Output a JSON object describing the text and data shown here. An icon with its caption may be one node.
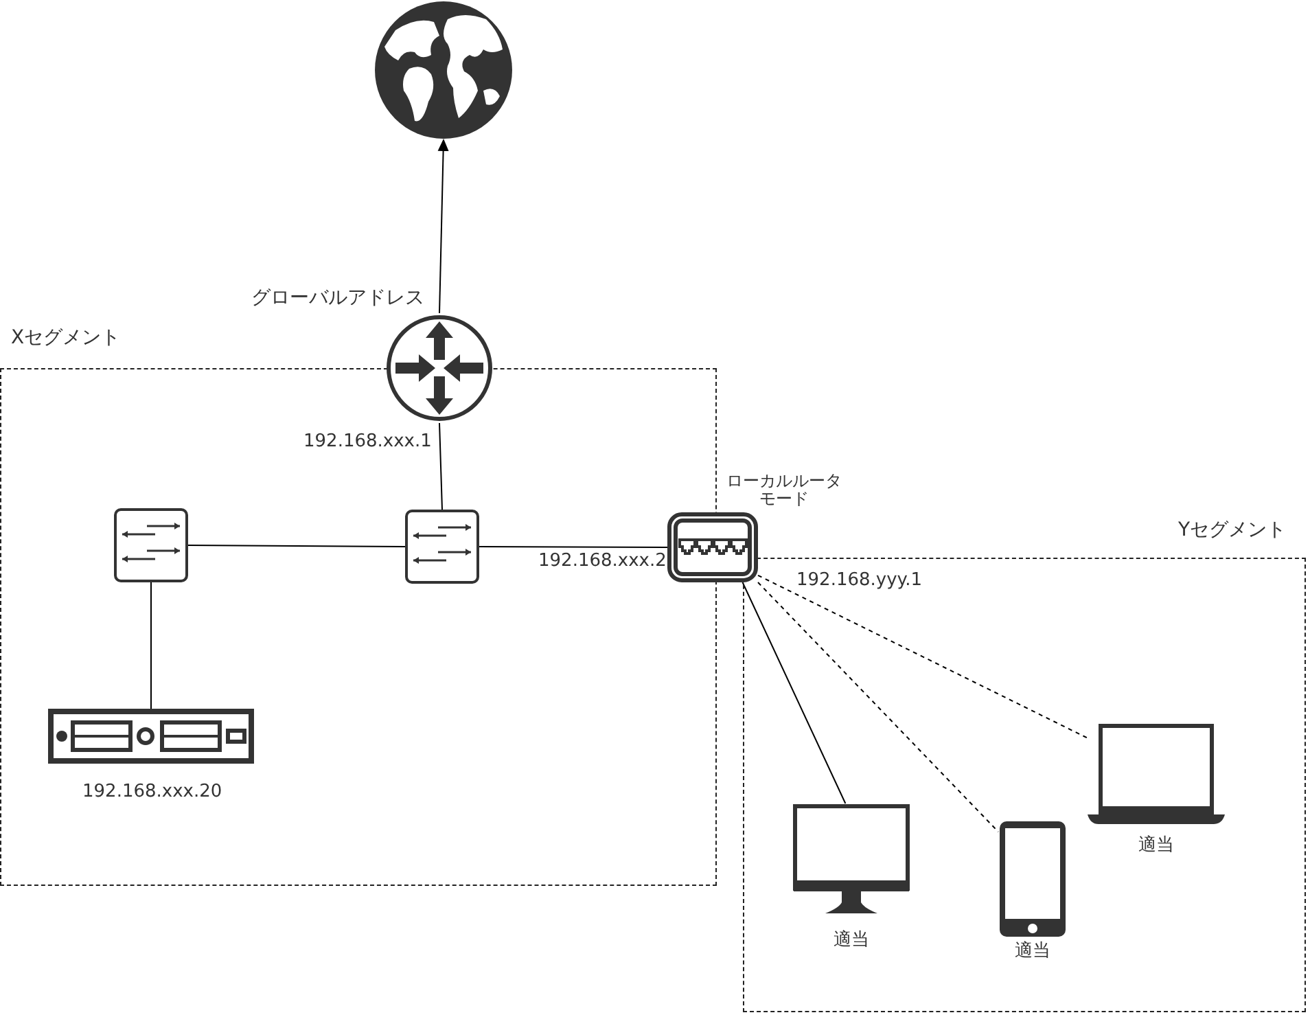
{
  "diagram": {
    "nodes": [
      {
        "text": [
          "Xセグメント"
        ]
      },
      {
        "text": [
          "Yセグメント"
        ]
      },
      {
        "text": [],
        "shape": "globe"
      },
      {
        "text": [],
        "shape": "router",
        "beside": [
          "グローバルアドレス",
          "192.168.xxx.1"
        ]
      },
      {
        "text": [],
        "shape": "switch",
        "in": 0
      },
      {
        "text": [],
        "shape": "switch",
        "in": 0
      },
      {
        "text": [],
        "shape": "server",
        "in": 0,
        "beside": [
          "192.168.xxx.20"
        ]
      },
      {
        "text": [
          "ローカルルータモード"
        ],
        "beside": [
          "192.168.xxx.2",
          "192.168.yyy.1"
        ]
      },
      {
        "text": [
          "適当"
        ],
        "in": 1
      },
      {
        "text": [
          "適当"
        ],
        "in": 1
      },
      {
        "text": [
          "適当"
        ],
        "in": 1
      }
    ],
    "edges": [
      {
        "from": 3,
        "to": 2,
        "arrow": "to"
      },
      {
        "from": 5,
        "to": 3,
        "arrow": "none"
      },
      {
        "from": 4,
        "to": 5,
        "arrow": "none"
      },
      {
        "from": 5,
        "to": 7,
        "arrow": "none"
      },
      {
        "from": 4,
        "to": 6,
        "arrow": "none"
      },
      {
        "from": 7,
        "to": 8,
        "arrow": "none"
      },
      {
        "from": 7,
        "to": 9,
        "arrow": "none",
        "style": "dashed"
      },
      {
        "from": 7,
        "to": 10,
        "arrow": "none",
        "style": "dashed"
      }
    ]
  }
}
